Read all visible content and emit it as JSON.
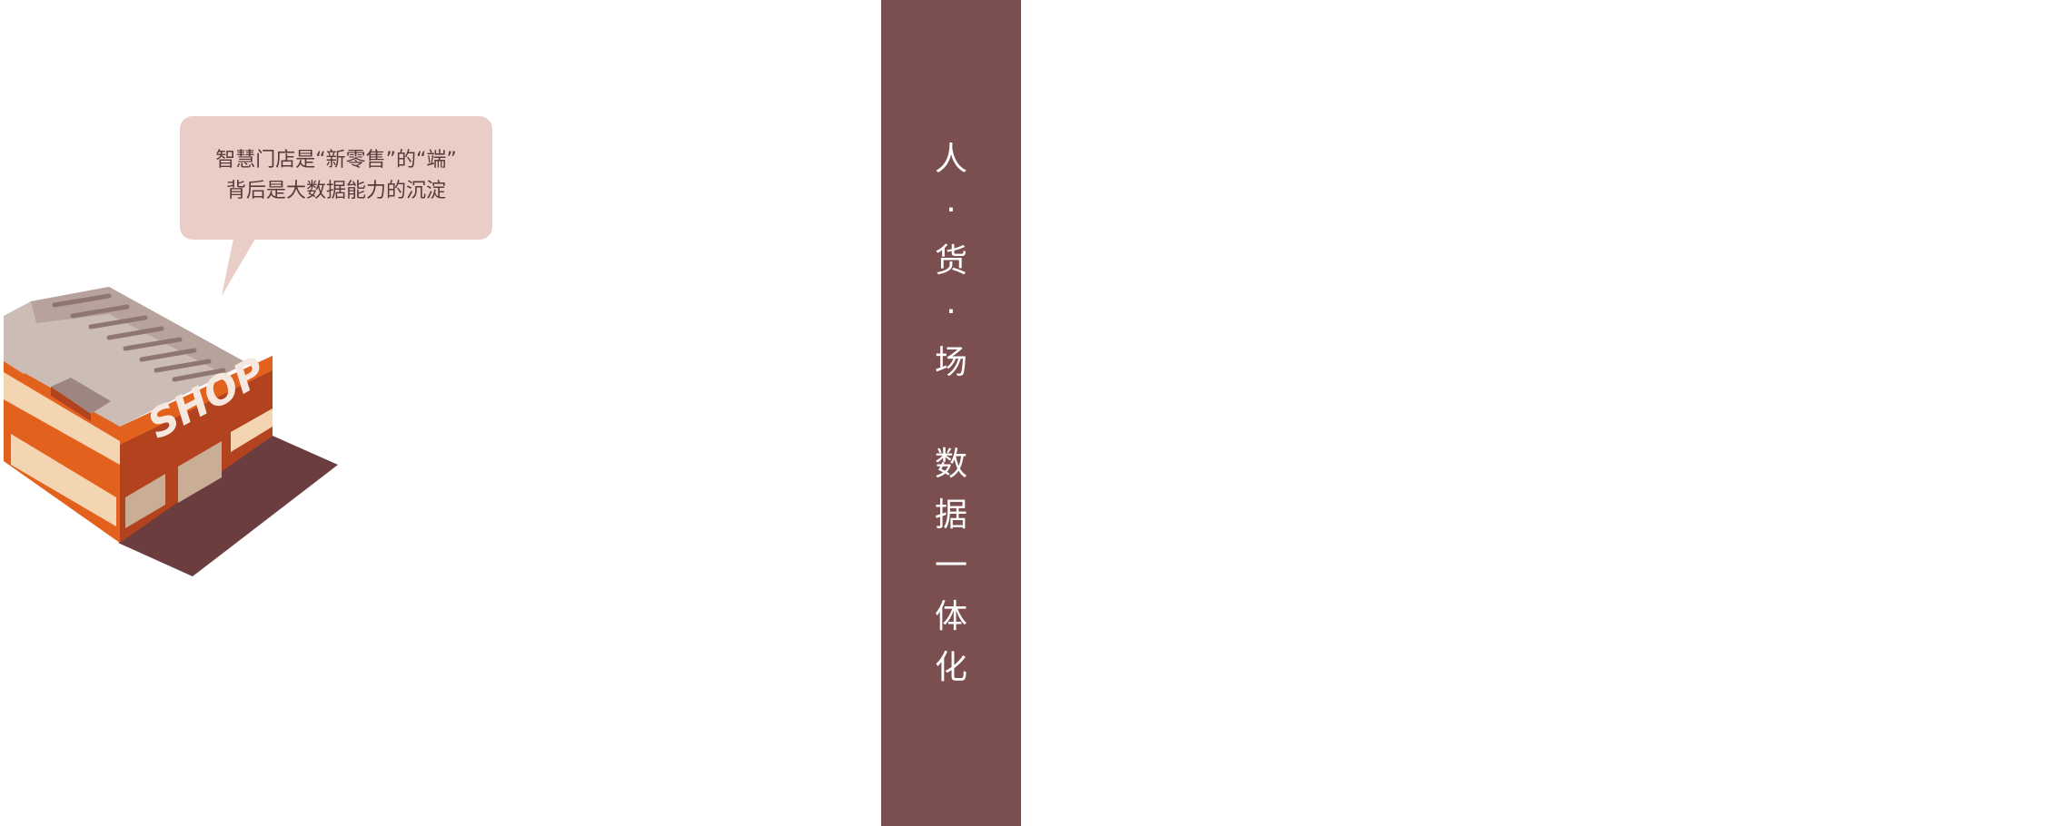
{
  "bubble": {
    "line1": "智慧门店是“新零售”的“端”",
    "line2": "背后是大数据能力的沉淀"
  },
  "shop": {
    "sign": "SHOP"
  },
  "band": {
    "chars": [
      "人",
      "·",
      "货",
      "·",
      "场",
      "",
      "数",
      "据",
      "一",
      "体",
      "化"
    ]
  },
  "colors": {
    "band": "#7b4f50",
    "bubble": "#e8cec6",
    "shop_orange": "#e2621d",
    "shop_red": "#b3431f",
    "shadow": "#6b3d3e"
  }
}
